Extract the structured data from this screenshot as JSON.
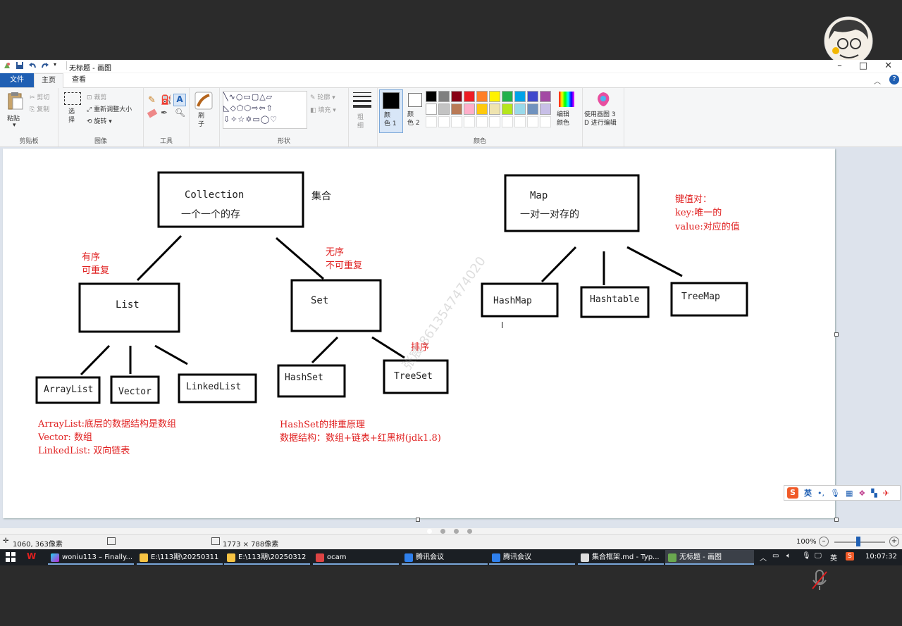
{
  "window": {
    "title": "无标题 - 画图",
    "tabs": [
      "文件",
      "主页",
      "查看"
    ]
  },
  "ribbon": {
    "clipboard": {
      "paste": "粘贴",
      "cut": "剪切",
      "copy": "复制",
      "label": "剪贴板"
    },
    "image": {
      "select": "选\n择",
      "crop": "裁剪",
      "resize": "重新调整大小",
      "rotate": "旋转",
      "label": "图像"
    },
    "tools": {
      "label": "工具"
    },
    "brush": {
      "label": "刷\n子"
    },
    "shapes": {
      "outline": "轮廓",
      "fill": "填充",
      "label": "形状"
    },
    "size": {
      "label": "粗\n细"
    },
    "colors": {
      "color1": "颜\n色 1",
      "color2": "颜\n色 2",
      "edit": "编辑\n颜色",
      "label": "颜色",
      "palette_row1": [
        "#000000",
        "#7f7f7f",
        "#880015",
        "#ed1c24",
        "#ff7f27",
        "#fff200",
        "#22b14c",
        "#00a2e8",
        "#3f48cc",
        "#a349a4"
      ],
      "palette_row2": [
        "#ffffff",
        "#c3c3c3",
        "#b97a57",
        "#ffaec9",
        "#ffc90e",
        "#efe4b0",
        "#b5e61d",
        "#99d9ea",
        "#7092be",
        "#c8bfe7"
      ]
    },
    "paint3d": {
      "label": "使用画图 3\nD 进行编辑"
    }
  },
  "user": {
    "name": "张宸"
  },
  "diagram": {
    "collection": {
      "title": "Collection",
      "desc": "一个一个的存",
      "note": "集合"
    },
    "map": {
      "title": "Map",
      "desc": "一对一对存的",
      "note_lines": [
        "键值对：",
        "key:唯一的",
        "value:对应的值"
      ]
    },
    "list": {
      "title": "List",
      "note_lines": [
        "有序",
        "可重复"
      ]
    },
    "set": {
      "title": "Set",
      "note_lines": [
        "无序",
        "不可重复"
      ]
    },
    "list_impls": [
      "ArrayList",
      "Vector",
      "LinkedList"
    ],
    "set_impls": [
      "HashSet",
      "TreeSet"
    ],
    "treeset_note": "排序",
    "map_impls": [
      "HashMap",
      "Hashtable",
      "TreeMap"
    ],
    "list_desc": [
      "ArrayList:底层的数据结构是数组",
      "Vector: 数组",
      "LinkedList: 双向链表"
    ],
    "set_desc": [
      "HashSet的排重原理",
      "数据结构：数组+链表+红黑树(jdk1.8)"
    ],
    "watermark": "张宸 8613547474020"
  },
  "status": {
    "cursor_pos": "1060, 363像素",
    "canvas_size": "1773 × 788像素",
    "zoom": "100%"
  },
  "taskbar": {
    "items": [
      "woniu113 – Finally...",
      "E:\\113期\\20250311",
      "E:\\113期\\20250312",
      "ocam",
      "腾讯会议",
      "腾讯会议",
      "集合框架.md - Typ...",
      "无标题 - 画图"
    ],
    "ime": "英",
    "time": "10:07:32"
  },
  "ime_bar": {
    "lang": "英"
  }
}
